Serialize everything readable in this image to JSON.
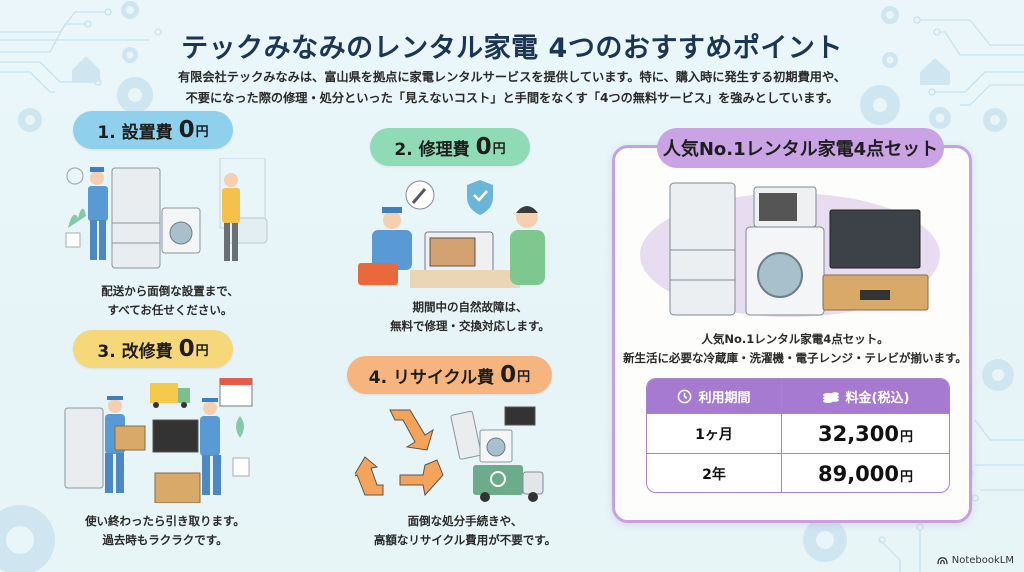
{
  "header": {
    "title": "テックみなみのレンタル家電 4つのおすすめポイント",
    "subtitle_line1": "有限会社テックみなみは、富山県を拠点に家電レンタルサービスを提供しています。特に、購入時に発生する初期費用や、",
    "subtitle_line2": "不要になった際の修理・処分といった「見えないコスト」と手間をなくす「4つの無料サービス」を強みとしています。"
  },
  "points": [
    {
      "label": "1. 設置費",
      "amount": "0",
      "unit": "円",
      "color": "#8fd0ec",
      "desc_line1": "配送から面倒な設置まで、",
      "desc_line2": "すべてお任せください。",
      "illustration": "installer-delivering-fridge-and-washer-icon"
    },
    {
      "label": "2. 修理費",
      "amount": "0",
      "unit": "円",
      "color": "#8edbb5",
      "desc_line1": "期間中の自然故障は、",
      "desc_line2": "無料で修理・交換対応します。",
      "illustration": "technician-repairing-microwave-icon"
    },
    {
      "label": "3. 改修費",
      "amount": "0",
      "unit": "円",
      "color": "#f6d77a",
      "desc_line1": "使い終わったら引き取ります。",
      "desc_line2": "過去時もラクラクです。",
      "illustration": "movers-collecting-appliances-icon"
    },
    {
      "label": "4. リサイクル費",
      "amount": "0",
      "unit": "円",
      "color": "#f6b47e",
      "desc_line1": "面倒な処分手続きや、",
      "desc_line2": "高額なリサイクル費用が不要です。",
      "illustration": "recycle-truck-icon"
    }
  ],
  "set": {
    "title": "人気No.1レンタル家電4点セット",
    "desc_line1": "人気No.1レンタル家電4点セット。",
    "desc_line2": "新生活に必要な冷蔵庫・洗濯機・電子レンジ・テレビが揃います。",
    "accent": "#a77ad2",
    "table": {
      "headers": [
        "利用期間",
        "料金(税込)"
      ],
      "rows": [
        {
          "period": "1ヶ月",
          "price": "32,300",
          "unit": "円"
        },
        {
          "period": "2年",
          "price": "89,000",
          "unit": "円"
        }
      ]
    }
  },
  "footer": {
    "brand": "NotebookLM"
  }
}
